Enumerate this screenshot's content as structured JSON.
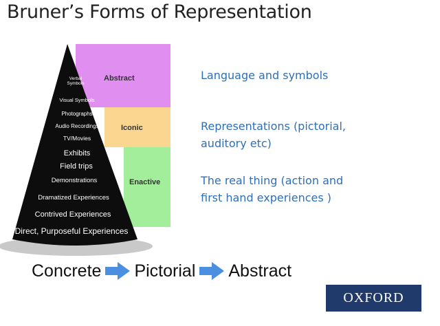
{
  "title": "Bruner’s Forms of Representation",
  "cone": {
    "levels": [
      "Verbal Symbols",
      "Visual Symbols",
      "Photographs",
      "Audio Recordings",
      "TV/Movies",
      "Exhibits",
      "Field trips",
      "Demonstrations",
      "Dramatized Experiences",
      "Contrived Experiences",
      "Direct, Purposeful Experiences"
    ],
    "colors": {
      "cone": "#0d0d0d",
      "text": "#ffffff"
    }
  },
  "bands": [
    {
      "label": "Abstract",
      "color": "#e08ef0"
    },
    {
      "label": "Iconic",
      "color": "#fbd691"
    },
    {
      "label": "Enactive",
      "color": "#a2ee9a"
    }
  ],
  "descriptions": [
    {
      "lines": [
        "Language and symbols"
      ]
    },
    {
      "lines": [
        "Representations (pictorial,",
        "auditory etc)"
      ]
    },
    {
      "lines": [
        "The real thing (action and",
        "first hand experiences )"
      ]
    }
  ],
  "flow": {
    "steps": [
      "Concrete",
      "Pictorial",
      "Abstract"
    ],
    "arrow_color": "#4a8fe0"
  },
  "logo": {
    "text": "OXFORD",
    "color": "#1f3a6b"
  }
}
